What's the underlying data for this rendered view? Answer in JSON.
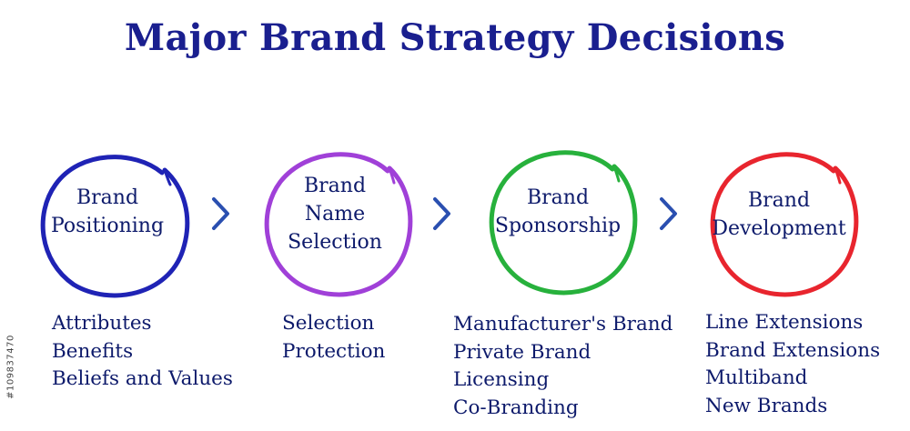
{
  "title": "Major Brand Strategy Decisions",
  "side_id": "#109837470",
  "steps": [
    {
      "label_lines": [
        "Brand",
        "Positioning"
      ],
      "color": "#1f23b5",
      "items": [
        "Attributes",
        "Benefits",
        "Beliefs and Values"
      ]
    },
    {
      "label_lines": [
        "Brand",
        "Name",
        "Selection"
      ],
      "color": "#a040d8",
      "items": [
        "Selection",
        "Protection"
      ]
    },
    {
      "label_lines": [
        "Brand",
        "Sponsorship"
      ],
      "color": "#27b13c",
      "items": [
        "Manufacturer's Brand",
        "Private Brand",
        "Licensing",
        "Co-Branding"
      ]
    },
    {
      "label_lines": [
        "Brand",
        "Development"
      ],
      "color": "#e8252e",
      "items": [
        "Line Extensions",
        "Brand Extensions",
        "Multiband",
        "New Brands"
      ]
    }
  ],
  "arrow_color": "#2a4fb0",
  "arrow_icon": "chevron-right-icon"
}
